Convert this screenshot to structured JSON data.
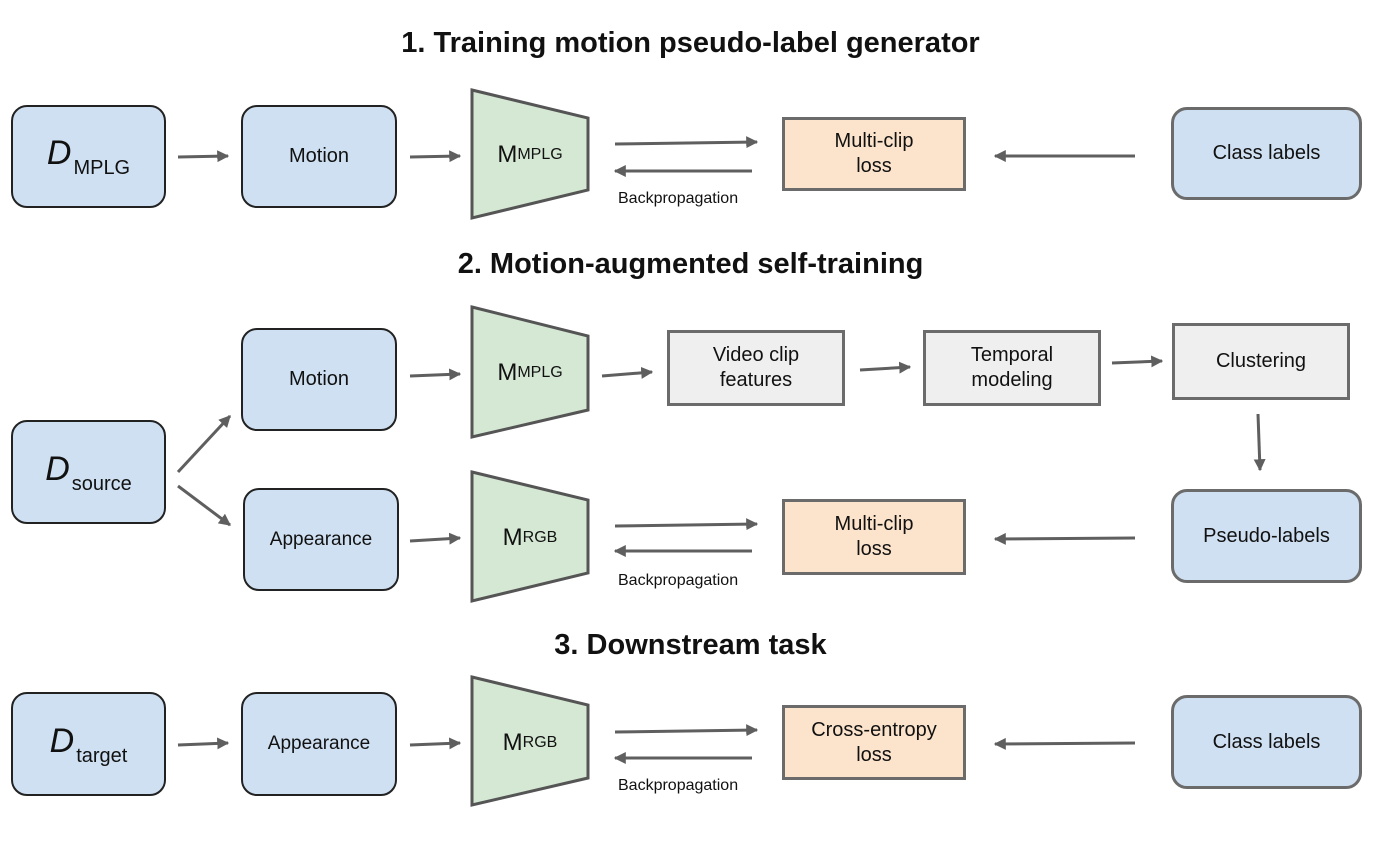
{
  "sections": {
    "s1_title": "1. Training motion pseudo-label generator",
    "s2_title": "2. Motion-augmented self-training",
    "s3_title": "3. Downstream task"
  },
  "nodes": {
    "d_mplg_main": "D",
    "d_mplg_sub": "MPLG",
    "d_source_main": "D",
    "d_source_sub": "source",
    "d_target_main": "D",
    "d_target_sub": "target",
    "motion": "Motion",
    "appearance": "Appearance",
    "m_main": "M",
    "mplg_sub": "MPLG",
    "rgb_sub": "RGB",
    "multi_clip_loss": "Multi-clip loss",
    "cross_entropy_loss": "Cross-entropy loss",
    "class_labels": "Class labels",
    "pseudo_labels": "Pseudo-labels",
    "video_clip_features": "Video clip features",
    "temporal_modeling": "Temporal modeling",
    "clustering": "Clustering",
    "backpropagation": "Backpropagation"
  },
  "colors": {
    "data_fill": "#cfe0f2",
    "model_fill": "#d5e8d4",
    "loss_fill": "#fce3cb",
    "process_fill": "#efefef",
    "arrow": "#5f5f5f"
  }
}
